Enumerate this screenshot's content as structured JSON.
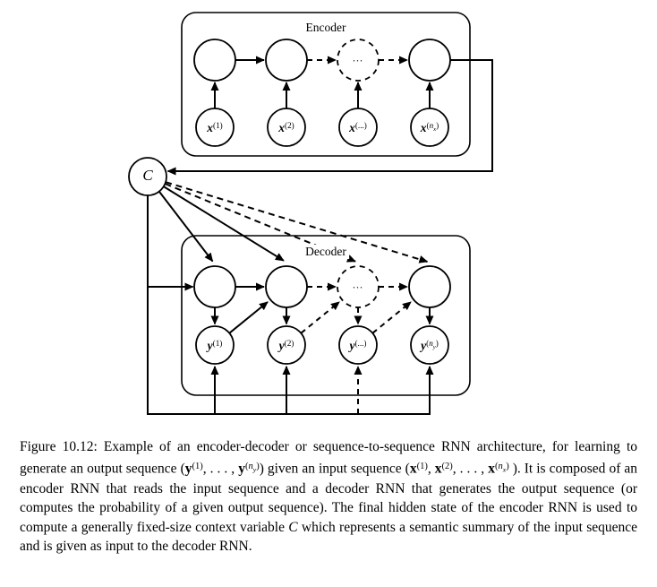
{
  "colors": {
    "ink": "#000000",
    "paper": "#ffffff"
  },
  "figure": {
    "encoder_label": "Encoder",
    "decoder_label": "Decoder",
    "context_label": "C",
    "ellipsis": "...",
    "encoder_inputs": [
      {
        "segments": [
          {
            "t": "x",
            "b": 1,
            "i": 1
          },
          {
            "t": "(1)",
            "v": 1
          }
        ]
      },
      {
        "segments": [
          {
            "t": "x",
            "b": 1,
            "i": 1
          },
          {
            "t": "(2)",
            "v": 1
          }
        ]
      },
      {
        "segments": [
          {
            "t": "x",
            "b": 1,
            "i": 1
          },
          {
            "t": "(...)",
            "v": 1
          }
        ]
      },
      {
        "segments": [
          {
            "t": "x",
            "b": 1,
            "i": 1
          },
          {
            "t": "(",
            "v": 1
          },
          {
            "t": "n",
            "v": 1,
            "i": 1
          },
          {
            "t": "x",
            "v": 2,
            "i": 1
          },
          {
            "t": ")",
            "v": 1
          }
        ]
      }
    ],
    "decoder_outputs": [
      {
        "segments": [
          {
            "t": "y",
            "b": 1,
            "i": 1
          },
          {
            "t": "(1)",
            "v": 1
          }
        ]
      },
      {
        "segments": [
          {
            "t": "y",
            "b": 1,
            "i": 1
          },
          {
            "t": "(2)",
            "v": 1
          }
        ]
      },
      {
        "segments": [
          {
            "t": "y",
            "b": 1,
            "i": 1
          },
          {
            "t": "(...)",
            "v": 1
          }
        ]
      },
      {
        "segments": [
          {
            "t": "y",
            "b": 1,
            "i": 1
          },
          {
            "t": "(",
            "v": 1
          },
          {
            "t": "n",
            "v": 1,
            "i": 1
          },
          {
            "t": "y",
            "v": 2,
            "i": 1
          },
          {
            "t": ")",
            "v": 1
          }
        ]
      }
    ]
  },
  "caption": {
    "segments": [
      {
        "t": "Figure 10.12: Example of an encoder-decoder or sequence-to-sequence RNN architecture, for learning to generate an output sequence ("
      },
      {
        "t": "y",
        "b": 1
      },
      {
        "t": "(1)",
        "v": 1
      },
      {
        "t": ", . . . , "
      },
      {
        "t": "y",
        "b": 1
      },
      {
        "t": "(",
        "v": 1
      },
      {
        "t": "n",
        "v": 1,
        "i": 1
      },
      {
        "t": "y",
        "v": 2,
        "i": 1
      },
      {
        "t": ")",
        "v": 1
      },
      {
        "t": ") given an input sequence ("
      },
      {
        "t": "x",
        "b": 1
      },
      {
        "t": "(1)",
        "v": 1
      },
      {
        "t": ", "
      },
      {
        "t": "x",
        "b": 1
      },
      {
        "t": "(2)",
        "v": 1
      },
      {
        "t": ", . . . , "
      },
      {
        "t": "x",
        "b": 1
      },
      {
        "t": "(",
        "v": 1
      },
      {
        "t": "n",
        "v": 1,
        "i": 1
      },
      {
        "t": "x",
        "v": 2,
        "i": 1
      },
      {
        "t": ")",
        "v": 1
      },
      {
        "t": " ). It is composed of an encoder RNN that reads the input sequence and a decoder RNN that generates the output sequence (or computes the probability of a given output sequence). The final hidden state of the encoder RNN is used to compute a generally fixed-size context variable "
      },
      {
        "t": "C",
        "i": 1
      },
      {
        "t": " which represents a semantic summary of the input sequence and is given as input to the decoder RNN."
      }
    ]
  }
}
